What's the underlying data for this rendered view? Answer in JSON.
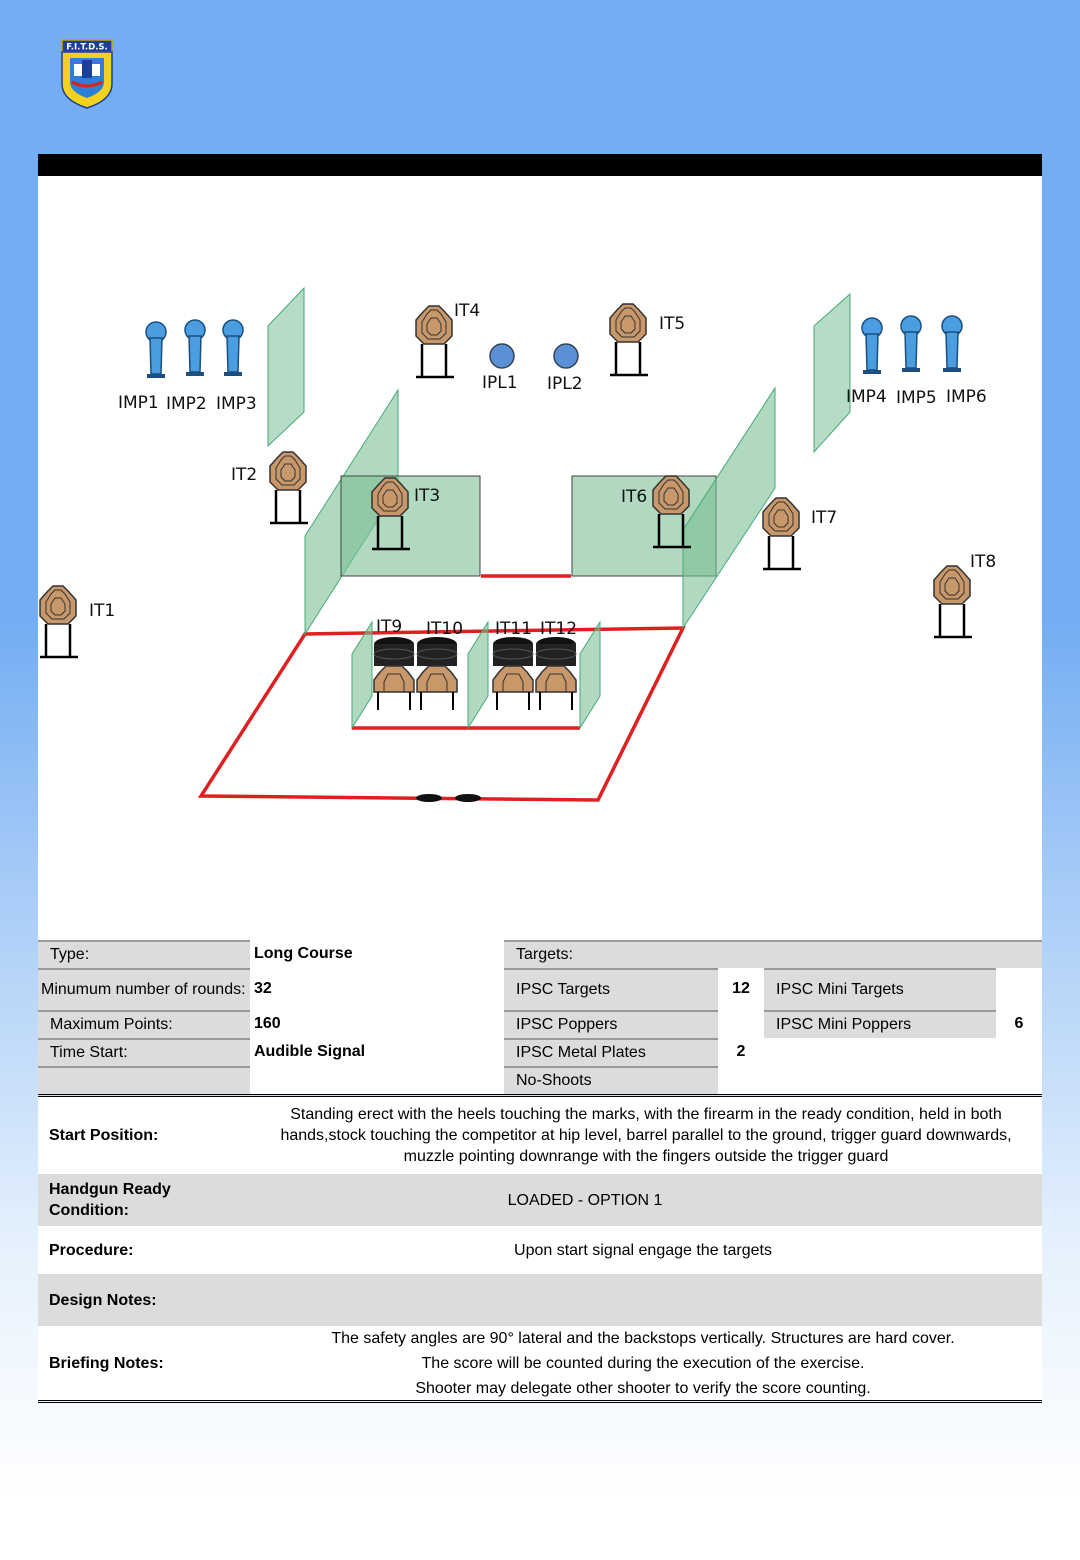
{
  "logo": {
    "text": "F.I.T.D.S.",
    "icon": "fitds-shield-logo"
  },
  "diagram": {
    "labels": {
      "imp1": "IMP1",
      "imp2": "IMP2",
      "imp3": "IMP3",
      "imp4": "IMP4",
      "imp5": "IMP5",
      "imp6": "IMP6",
      "it1": "IT1",
      "it2": "IT2",
      "it3": "IT3",
      "it4": "IT4",
      "it5": "IT5",
      "it6": "IT6",
      "it7": "IT7",
      "it8": "IT8",
      "it9": "IT9",
      "it10": "IT10",
      "it11": "IT11",
      "it12": "IT12",
      "ipl1": "IPL1",
      "ipl2": "IPL2"
    }
  },
  "info": {
    "type_label": "Type:",
    "type_value": "Long Course",
    "min_rounds_label": "Minumum number of rounds:",
    "min_rounds_value": "32",
    "max_points_label": "Maximum Points:",
    "max_points_value": "160",
    "time_start_label": "Time Start:",
    "time_start_value": "Audible Signal",
    "targets_label": "Targets:",
    "ipsc_targets_label": "IPSC Targets",
    "ipsc_targets_value": "12",
    "ipsc_mini_targets_label": "IPSC Mini Targets",
    "ipsc_mini_targets_value": "",
    "ipsc_poppers_label": "IPSC Poppers",
    "ipsc_poppers_value": "",
    "ipsc_mini_poppers_label": "IPSC Mini Poppers",
    "ipsc_mini_poppers_value": "6",
    "ipsc_metal_plates_label": "IPSC Metal Plates",
    "ipsc_metal_plates_value": "2",
    "no_shoots_label": "No-Shoots",
    "no_shoots_value": ""
  },
  "briefing": {
    "start_position_label": "Start Position:",
    "start_position_value": "Standing erect with the heels touching the marks, with the firearm in the ready condition, held in both hands,stock touching the competitor at hip level, barrel parallel to the ground, trigger guard downwards, muzzle pointing downrange with the fingers outside the trigger guard",
    "ready_condition_label": "Handgun Ready Condition:",
    "ready_condition_value": "LOADED - OPTION 1",
    "procedure_label": "Procedure:",
    "procedure_value": "Upon start signal engage the targets",
    "design_notes_label": "Design Notes:",
    "design_notes_value": "",
    "briefing_notes_label": "Briefing Notes:",
    "briefing_notes_lines": [
      "The safety angles are 90° lateral and the backstops vertically. Structures are hard cover.",
      "The score will be counted during the execution of the exercise.",
      "Shooter may delegate other shooter to verify the score counting."
    ]
  }
}
